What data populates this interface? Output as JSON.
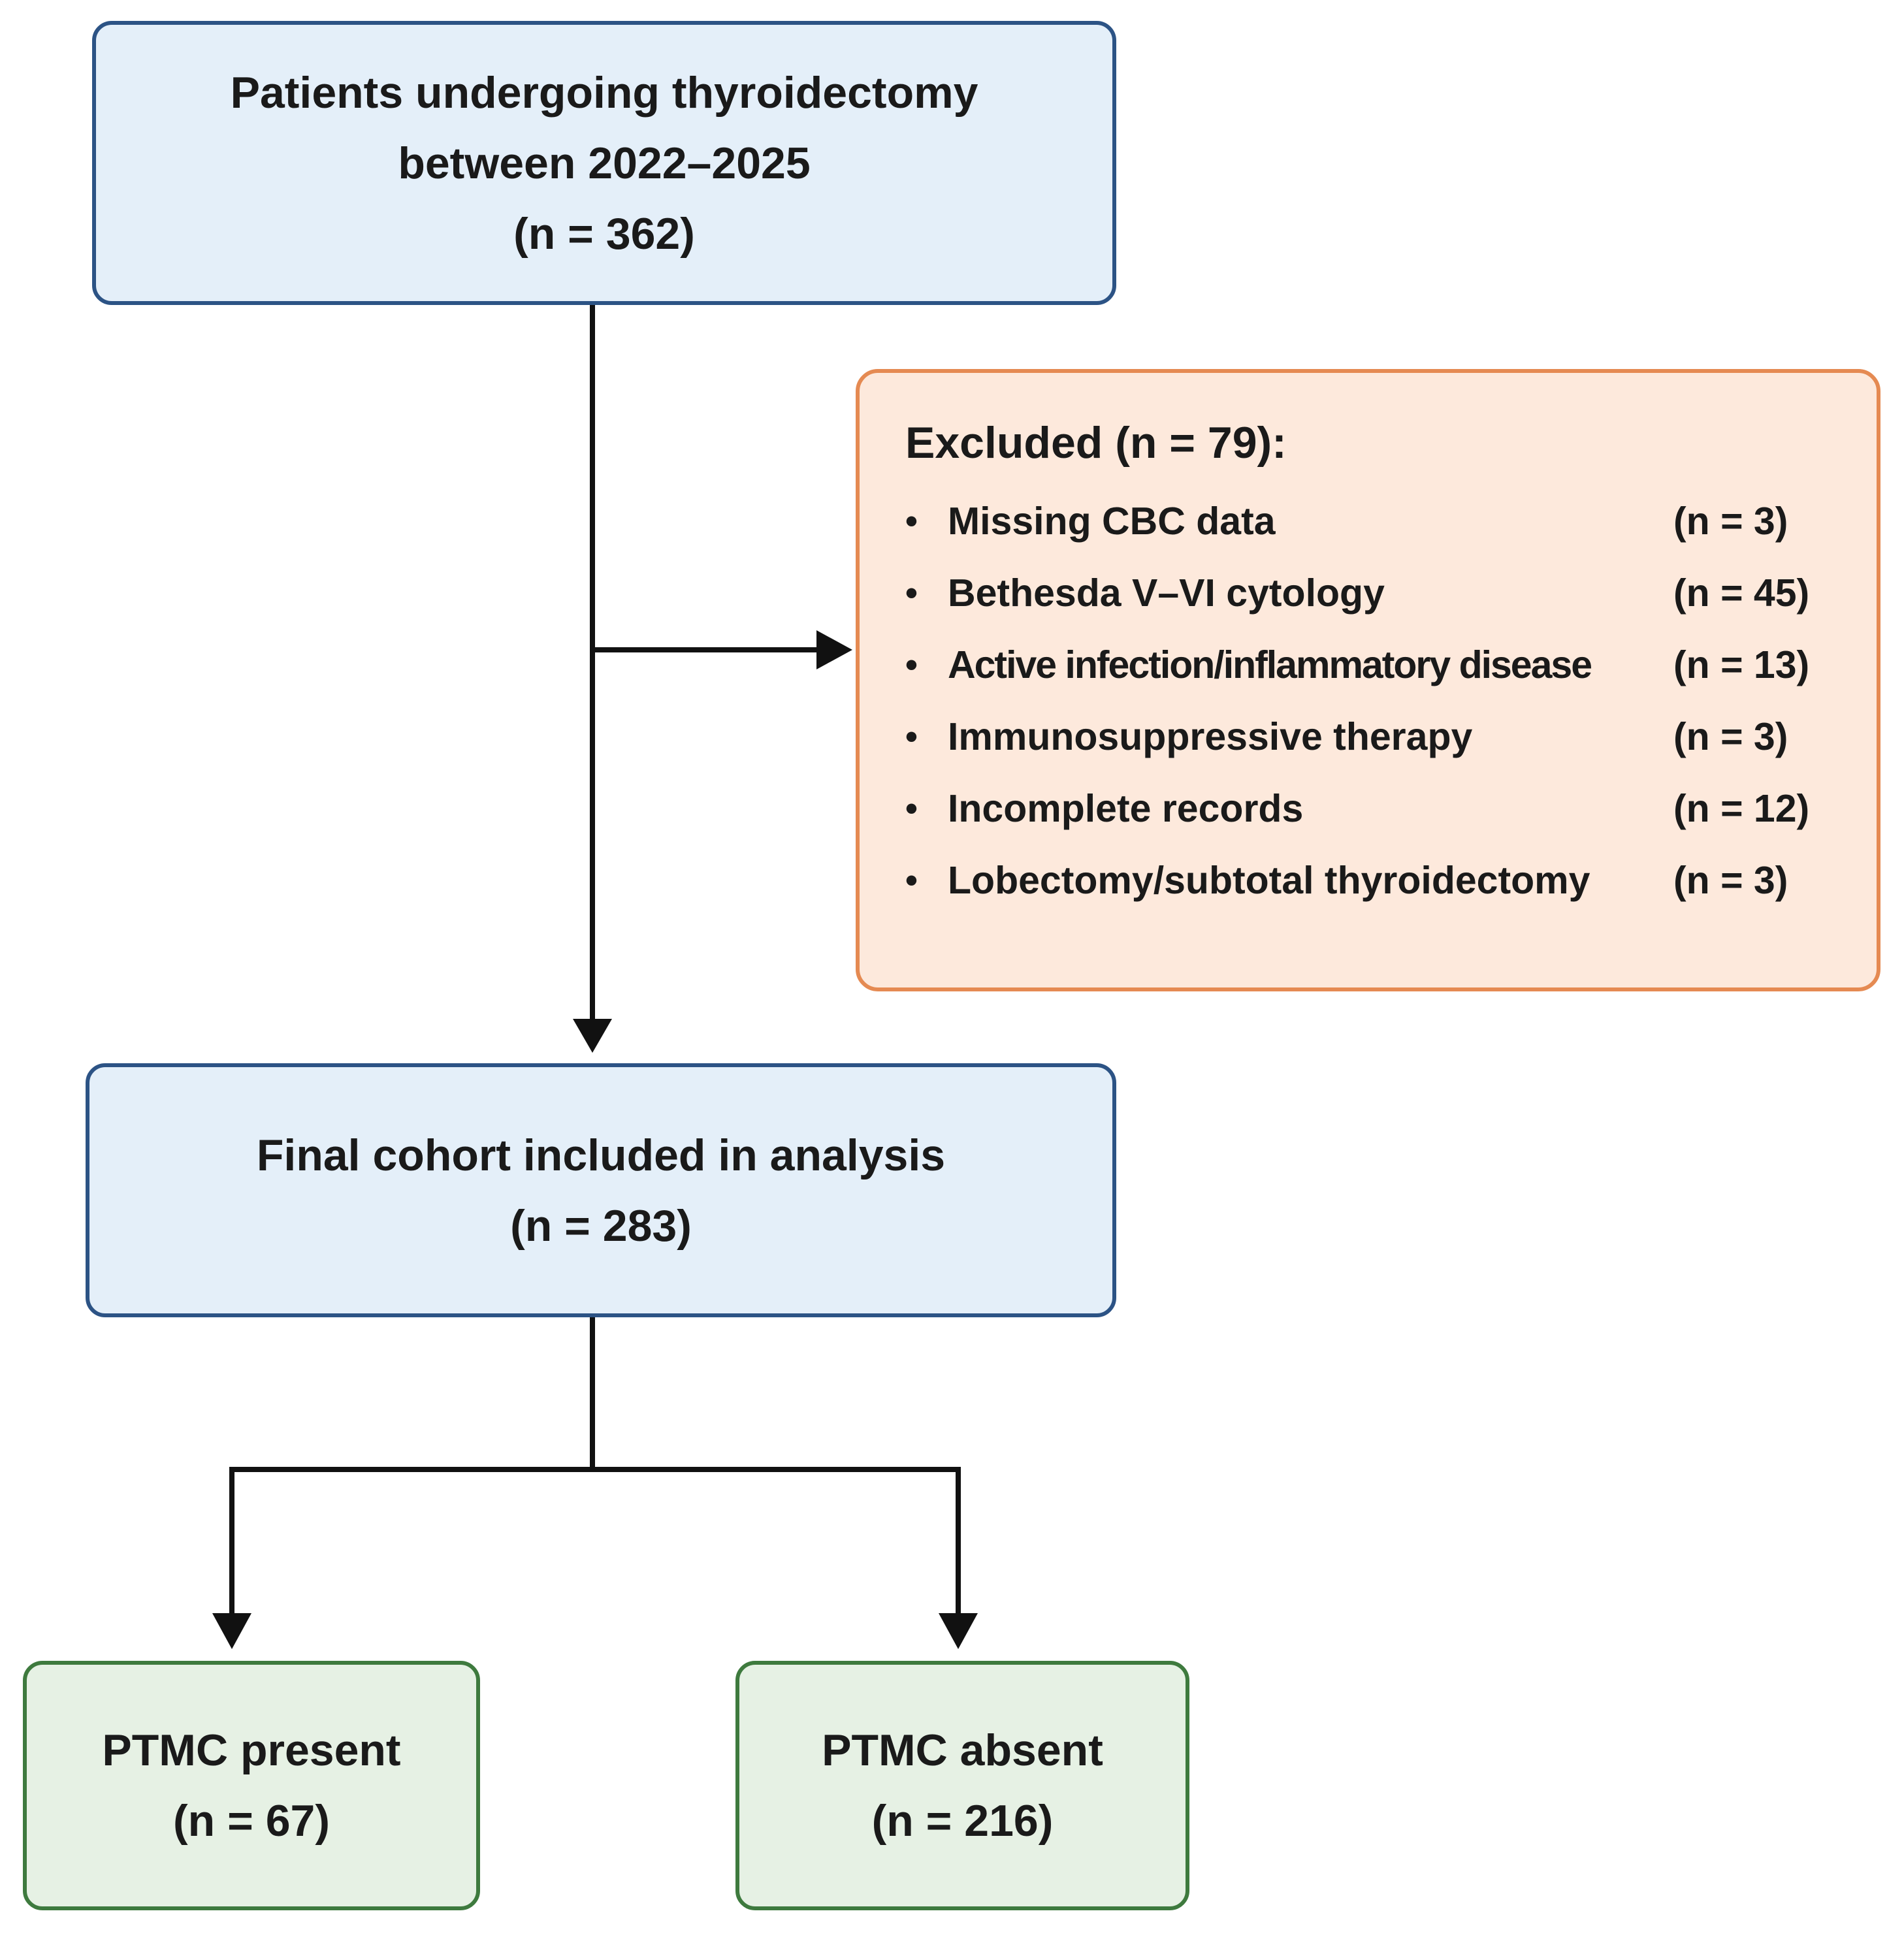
{
  "flowchart": {
    "enrollment": {
      "line1": "Patients undergoing thyroidectomy",
      "line2": "between 2022–2025",
      "count": "(n = 362)"
    },
    "excluded": {
      "title": "Excluded (n = 79):",
      "items": [
        {
          "label": "Missing CBC data",
          "count": "(n = 3)"
        },
        {
          "label": "Bethesda V–VI cytology",
          "count": "(n = 45)"
        },
        {
          "label": "Active infection/inflammatory disease",
          "count": "(n = 13)"
        },
        {
          "label": "Immunosuppressive therapy",
          "count": "(n = 3)"
        },
        {
          "label": "Incomplete records",
          "count": "(n = 12)"
        },
        {
          "label": "Lobectomy/subtotal thyroidectomy",
          "count": "(n = 3)"
        }
      ]
    },
    "final_cohort": {
      "line1": "Final cohort included in analysis",
      "count": "(n = 283)"
    },
    "ptmc_present": {
      "line1": "PTMC present",
      "count": "(n = 67)"
    },
    "ptmc_absent": {
      "line1": "PTMC absent",
      "count": "(n = 216)"
    }
  },
  "colors": {
    "blue_fill": "#e4eff9",
    "blue_border": "#2c5385",
    "orange_fill": "#fde9dc",
    "orange_border": "#e58a52",
    "green_fill": "#e6f1e4",
    "green_border": "#3e7a3e",
    "connector": "#111111"
  }
}
